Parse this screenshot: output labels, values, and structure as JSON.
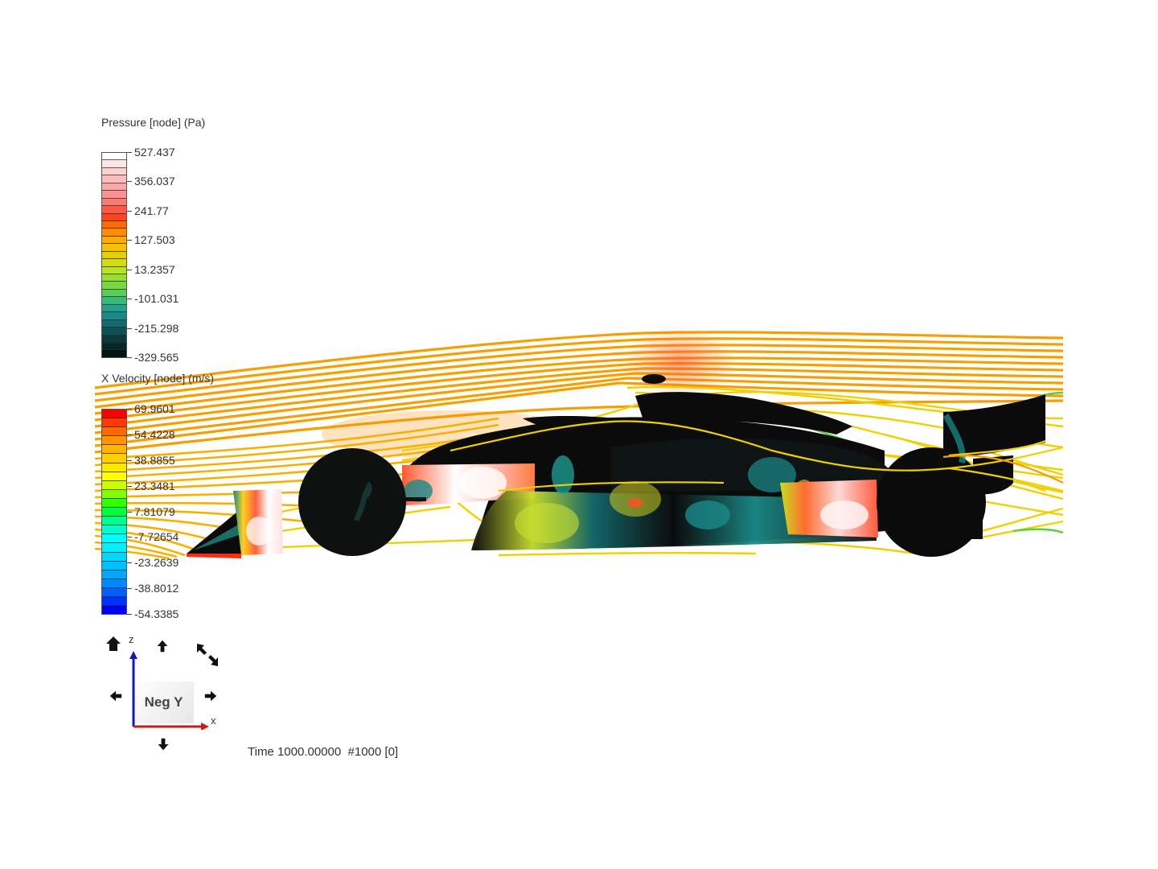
{
  "viewport": {
    "background": "#ffffff",
    "view_direction": "Neg Y"
  },
  "legends": {
    "pressure": {
      "title": "Pressure [node] (Pa)",
      "ticks": [
        "527.437",
        "356.037",
        "241.77",
        "127.503",
        "13.2357",
        "-101.031",
        "-215.298",
        "-329.565"
      ],
      "colors": [
        "#ffffff",
        "#ffe4e4",
        "#ffd0d0",
        "#ffbcbc",
        "#ffa8a8",
        "#ff9090",
        "#ff7a70",
        "#ff5a44",
        "#ff4420",
        "#ff6a00",
        "#ff8c00",
        "#ffaa00",
        "#f5c000",
        "#e8d000",
        "#d4dc10",
        "#b6e620",
        "#98e030",
        "#78d840",
        "#58cc58",
        "#3ab878",
        "#22a090",
        "#1a8888",
        "#146a6c",
        "#0f5052",
        "#0b3a3c",
        "#082828",
        "#041414"
      ],
      "min": -329.565,
      "max": 527.437
    },
    "x_velocity": {
      "title": "X Velocity [node] (m/s)",
      "ticks": [
        "69.9601",
        "54.4228",
        "38.8855",
        "23.3481",
        "7.81079",
        "-7.72654",
        "-23.2639",
        "-38.8012",
        "-54.3385"
      ],
      "colors": [
        "#ff0000",
        "#ff3a00",
        "#ff6a00",
        "#ff9400",
        "#ffb400",
        "#ffd000",
        "#ffe800",
        "#ffff00",
        "#c8ff00",
        "#80ff00",
        "#30ff00",
        "#00ff40",
        "#00ff90",
        "#00ffcc",
        "#00ffff",
        "#00f0ff",
        "#00d8ff",
        "#00c0ff",
        "#00a8ff",
        "#0088ff",
        "#0060ff",
        "#0030ff",
        "#0000ff"
      ],
      "min": -54.3385,
      "max": 69.9601
    }
  },
  "navigator": {
    "view_label": "Neg Y",
    "axes": {
      "vertical": "z",
      "horizontal": "x"
    },
    "controls": [
      "home",
      "rotate-up",
      "rotate-diagonal",
      "rotate-left",
      "rotate-right",
      "rotate-down"
    ],
    "colors": {
      "z_axis": "#1a1aa8",
      "x_axis": "#cc1a1a"
    }
  },
  "status": {
    "time_text": "Time 1000.00000  #1000 [0]"
  }
}
